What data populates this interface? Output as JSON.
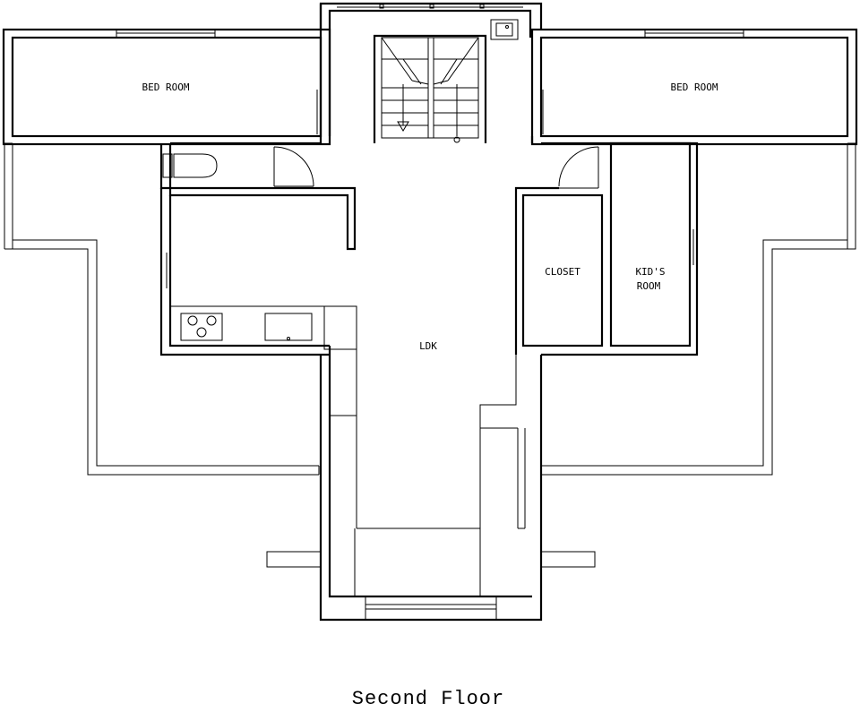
{
  "title": "Second Floor",
  "rooms": {
    "bed_room_left": "BED  ROOM",
    "bed_room_right": "BED  ROOM",
    "closet": "CLOSET",
    "kids_room_line1": "KID'S",
    "kids_room_line2": "ROOM",
    "ldk": "LDK"
  }
}
